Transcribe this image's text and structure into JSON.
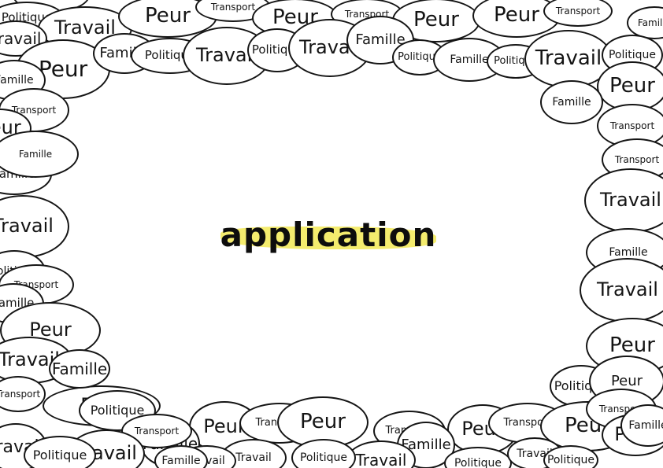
{
  "center_word": "application",
  "colors": {
    "application": "#f4ec6e",
    "Peur": "#b58ee0",
    "Travail": "#f7c452",
    "Transport": "#ef5a80",
    "Famille": "#6ccd3a",
    "Politique": "#6f8fe4"
  },
  "bubbles": [
    {
      "w": "Transport"
    },
    {
      "w": "Politique"
    },
    {
      "w": "Travail"
    },
    {
      "w": "Peur"
    },
    {
      "w": "Transport"
    },
    {
      "w": "Peur"
    },
    {
      "w": "Transport"
    },
    {
      "w": "Peur"
    },
    {
      "w": "Peur"
    },
    {
      "w": "Transport"
    },
    {
      "w": "Famille"
    },
    {
      "w": "Travail"
    },
    {
      "w": "Peur"
    },
    {
      "w": "Famille"
    },
    {
      "w": "Politique"
    },
    {
      "w": "Travail"
    },
    {
      "w": "Politique"
    },
    {
      "w": "Travail"
    },
    {
      "w": "Famille"
    },
    {
      "w": "Politique"
    },
    {
      "w": "Famille"
    },
    {
      "w": "Politique"
    },
    {
      "w": "Travail"
    },
    {
      "w": "Politique"
    },
    {
      "w": "Peur"
    },
    {
      "w": "Famille"
    },
    {
      "w": "Famille"
    },
    {
      "w": "Transport"
    },
    {
      "w": "Peur"
    },
    {
      "w": "Transport"
    },
    {
      "w": "Famille"
    },
    {
      "w": "Transport"
    },
    {
      "w": "Famille"
    },
    {
      "w": "Travail"
    },
    {
      "w": "Travail"
    },
    {
      "w": "Politique"
    },
    {
      "w": "Transport"
    },
    {
      "w": "Famille"
    },
    {
      "w": "Famille"
    },
    {
      "w": "Travail"
    },
    {
      "w": "Peur"
    },
    {
      "w": "Travail"
    },
    {
      "w": "Peur"
    },
    {
      "w": "Peur"
    },
    {
      "w": "Famille"
    },
    {
      "w": "Transport"
    },
    {
      "w": "Politique"
    },
    {
      "w": "Peur"
    },
    {
      "w": "Famille"
    },
    {
      "w": "Politique"
    },
    {
      "w": "Transport"
    },
    {
      "w": "Peur"
    },
    {
      "w": "Transport"
    },
    {
      "w": "Peur"
    },
    {
      "w": "Transport"
    },
    {
      "w": "Travail"
    },
    {
      "w": "Peur"
    },
    {
      "w": "Travail"
    },
    {
      "w": "Transport"
    },
    {
      "w": "Peur"
    },
    {
      "w": "Politique"
    },
    {
      "w": "Famille"
    },
    {
      "w": "Travail"
    },
    {
      "w": "Transport"
    },
    {
      "w": "Politique"
    },
    {
      "w": "Travail"
    },
    {
      "w": "Travail"
    },
    {
      "w": "Famille"
    },
    {
      "w": "Politique"
    },
    {
      "w": "Travail"
    },
    {
      "w": "Peur"
    },
    {
      "w": "Politique"
    },
    {
      "w": "Famille"
    }
  ]
}
